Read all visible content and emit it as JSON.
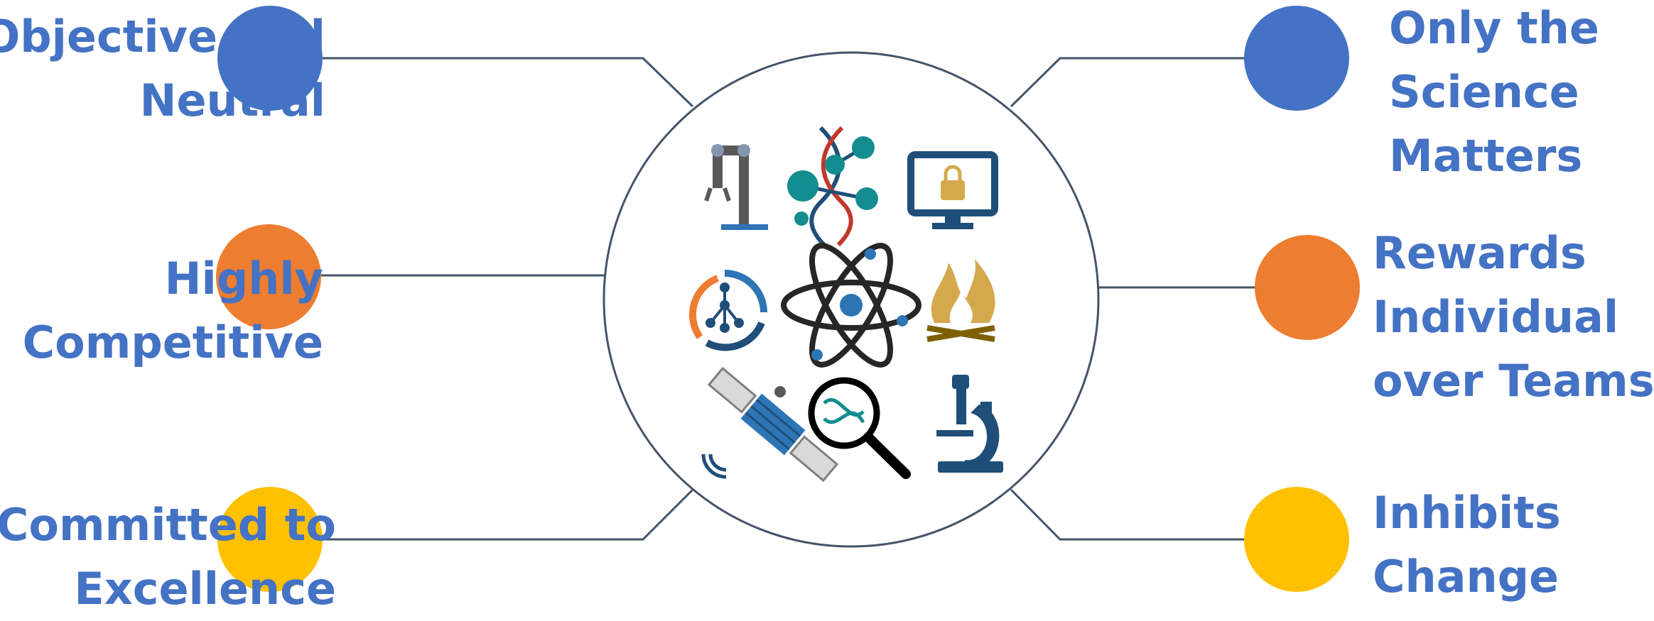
{
  "colors": {
    "blue": "#4472C4",
    "orange": "#ED7D31",
    "yellow": "#FFC000",
    "text": "#4472C4",
    "connector": "#44546A",
    "teal": "#138D90",
    "navy": "#1F4E79",
    "red": "#C0392B",
    "gold": "#D4A94E"
  },
  "nodes": {
    "objective": {
      "lines": [
        "Objective and",
        "Neutral"
      ],
      "color": "blue"
    },
    "competitive": {
      "lines": [
        "Highly",
        "Competitive"
      ],
      "color": "orange"
    },
    "excellence": {
      "lines": [
        "Committed to",
        "Excellence"
      ],
      "color": "yellow"
    },
    "science": {
      "lines": [
        "Only the",
        "Science",
        "Matters"
      ],
      "color": "blue"
    },
    "rewards": {
      "lines": [
        "Rewards",
        "Individual",
        "over Teams"
      ],
      "color": "orange"
    },
    "inhibits": {
      "lines": [
        "Inhibits",
        "Change"
      ],
      "color": "yellow"
    }
  },
  "center_icons": [
    "robotic-arm-icon",
    "dna-molecule-icon",
    "monitor-lock-icon",
    "network-cycle-icon",
    "atom-icon",
    "campfire-icon",
    "satellite-icon",
    "dna-magnifier-icon",
    "microscope-icon"
  ]
}
